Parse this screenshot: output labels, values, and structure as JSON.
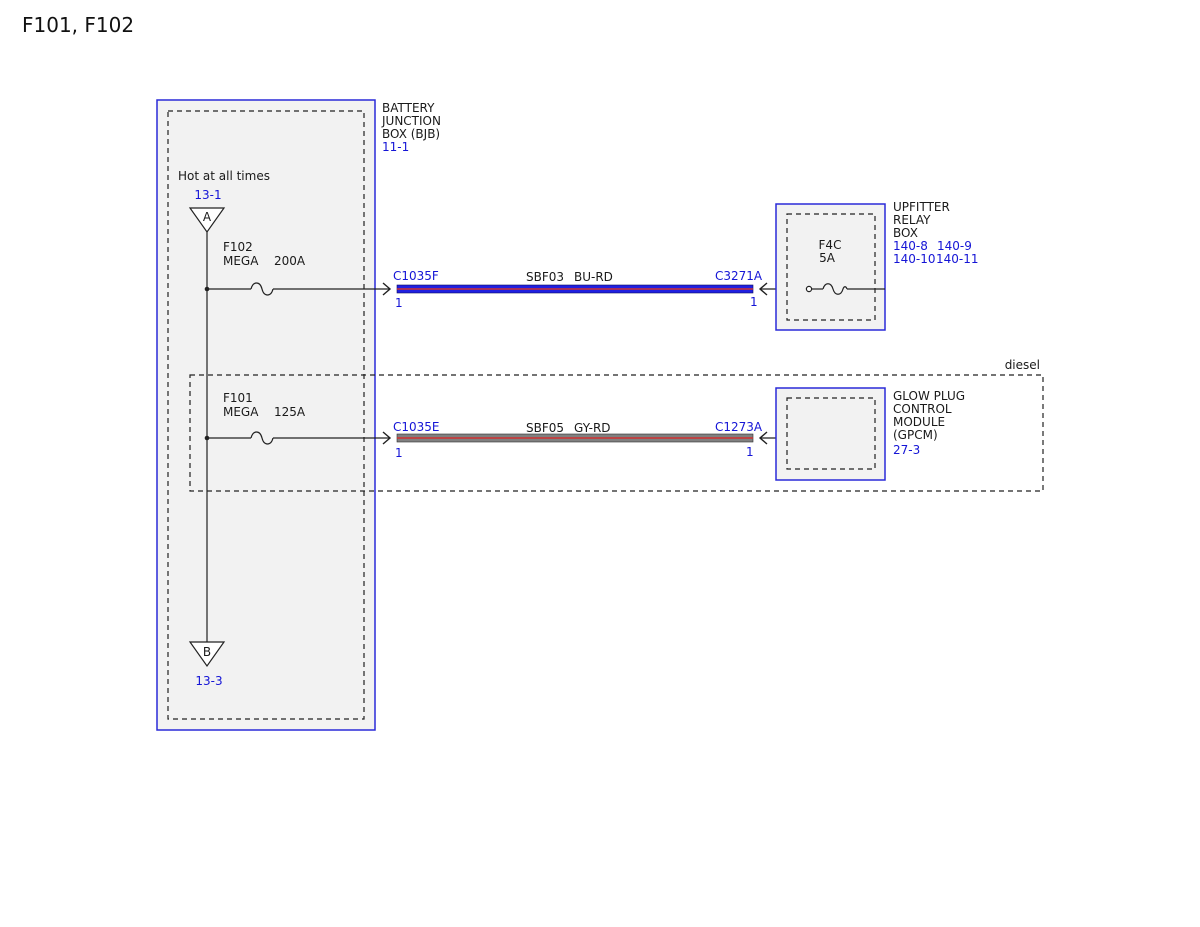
{
  "page_title": "F101, F102",
  "bjb": {
    "name_line1": "BATTERY",
    "name_line2": "JUNCTION",
    "name_line3": "BOX (BJB)",
    "ref": "11-1",
    "hot_label": "Hot at all times",
    "connector_a": {
      "letter": "A",
      "ref": "13-1"
    },
    "connector_b": {
      "letter": "B",
      "ref": "13-3"
    }
  },
  "fuse_f102": {
    "id": "F102",
    "type": "MEGA",
    "rating": "200A"
  },
  "fuse_f101": {
    "id": "F101",
    "type": "MEGA",
    "rating": "125A"
  },
  "circuit_sbf03": {
    "from_connector": "C1035F",
    "from_pin": "1",
    "wire": "SBF03",
    "color": "BU-RD",
    "to_connector": "C3271A",
    "to_pin": "1",
    "wire_primary_color": "#2020e0",
    "wire_stripe_color": "#d03030"
  },
  "circuit_sbf05": {
    "from_connector": "C1035E",
    "from_pin": "1",
    "wire": "SBF05",
    "color": "GY-RD",
    "to_connector": "C1273A",
    "to_pin": "1",
    "wire_primary_color": "#808080",
    "wire_stripe_color": "#d03030"
  },
  "upfitter": {
    "name_line1": "UPFITTER",
    "name_line2": "RELAY",
    "name_line3": "BOX",
    "refs_line1_a": "140-8",
    "refs_line1_b": "140-9",
    "refs_line2_a": "140-10",
    "refs_line2_b": "140-11",
    "fuse_id": "F4C",
    "fuse_rating": "5A"
  },
  "gpcm": {
    "name_line1": "GLOW PLUG",
    "name_line2": "CONTROL",
    "name_line3": "MODULE",
    "name_line4": "(GPCM)",
    "ref": "27-3"
  },
  "diesel_label": "diesel",
  "colors": {
    "component_blue": "#2a2ad8",
    "ref_blue": "#1515d6",
    "box_fill": "#f2f2f2"
  }
}
